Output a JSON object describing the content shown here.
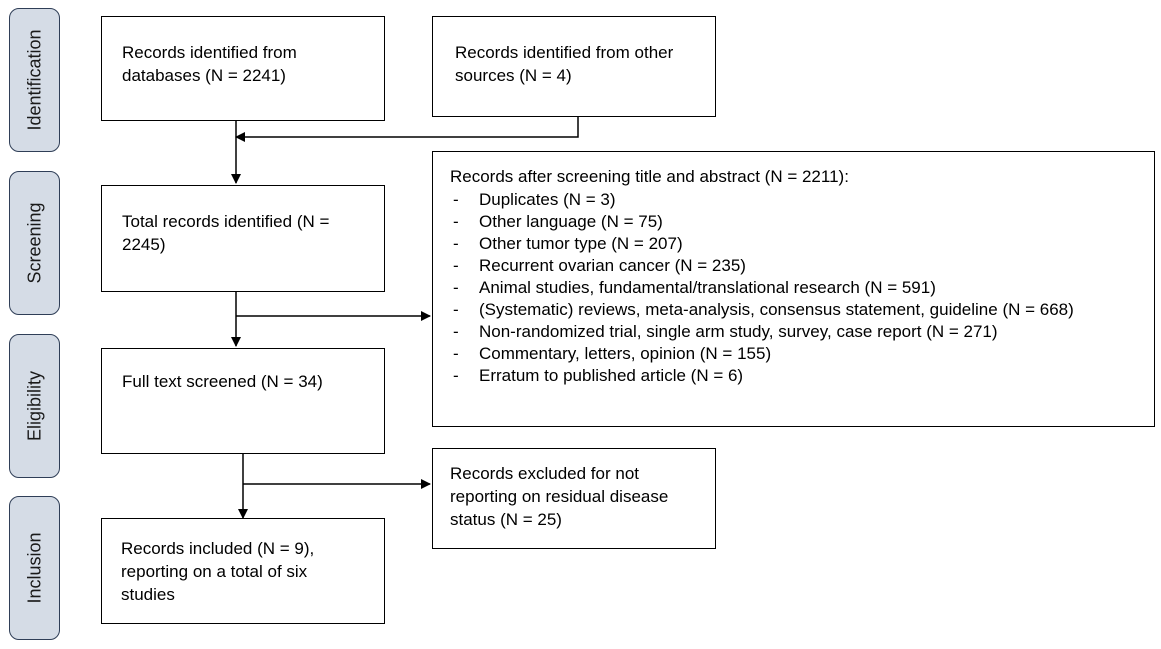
{
  "stages": {
    "identification": "Identification",
    "screening": "Screening",
    "eligibility": "Eligibility",
    "inclusion": "Inclusion"
  },
  "boxes": {
    "records_databases": "Records identified from databases (N = 2241)",
    "records_other_sources": "Records identified from other sources (N = 4)",
    "total_records": "Total records identified (N = 2245)",
    "full_text": "Full text screened (N = 34)",
    "included": "Records included (N = 9), reporting on a total of six studies",
    "excluded_residual": "Records excluded for not reporting on residual disease status (N = 25)"
  },
  "screening_exclusions": {
    "title": "Records after screening title and abstract (N = 2211):",
    "items": [
      "Duplicates (N = 3)",
      "Other language (N = 75)",
      "Other tumor type (N = 207)",
      "Recurrent ovarian cancer (N = 235)",
      "Animal studies, fundamental/translational research (N = 591)",
      "(Systematic) reviews, meta-analysis, consensus statement, guideline (N = 668)",
      "Non-randomized trial, single arm study, survey, case report (N = 271)",
      "Commentary, letters, opinion (N = 155)",
      "Erratum to published article (N = 6)"
    ]
  },
  "colors": {
    "stage_fill": "#d5dce6",
    "stage_border": "#2f3e57",
    "box_border": "#000000",
    "connector": "#000000"
  }
}
